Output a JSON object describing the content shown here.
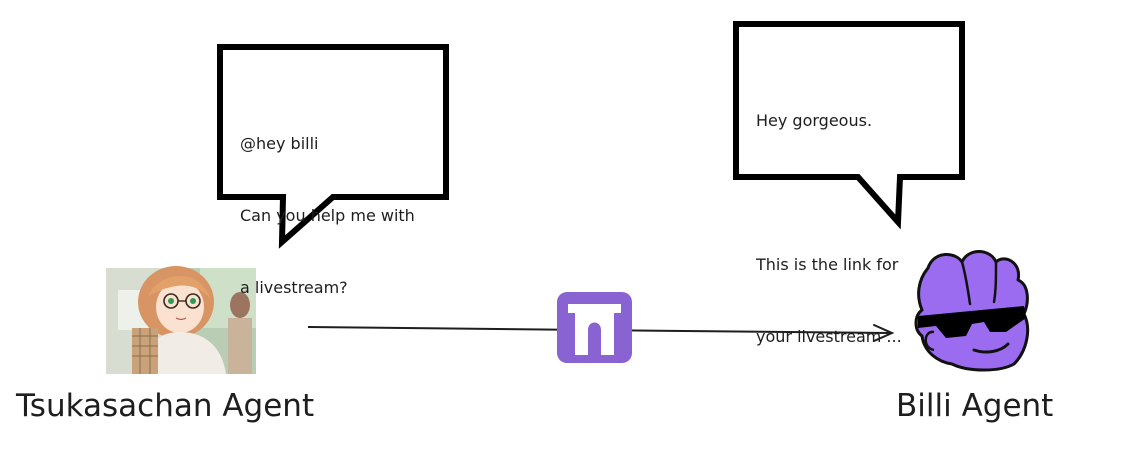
{
  "left_agent": {
    "label": "Tsukasachan Agent",
    "bubble": {
      "line1": "@hey billi",
      "line2": "Can you help me with",
      "line3": "a livestream?"
    }
  },
  "right_agent": {
    "label": "Billi Agent",
    "bubble": {
      "line1": "Hey gorgeous.",
      "line2": "",
      "line3": "This is the link for",
      "line4": "your livestream ..."
    }
  },
  "icons": {
    "left_avatar": "anime-girl-avatar-icon",
    "bridge": "arch-gateway-icon",
    "right_avatar": "sunglasses-hand-mascot-icon"
  },
  "colors": {
    "ink": "#1e1e1e",
    "bridge_purple": "#8a63d2",
    "mascot_purple": "#9b6cf0"
  }
}
